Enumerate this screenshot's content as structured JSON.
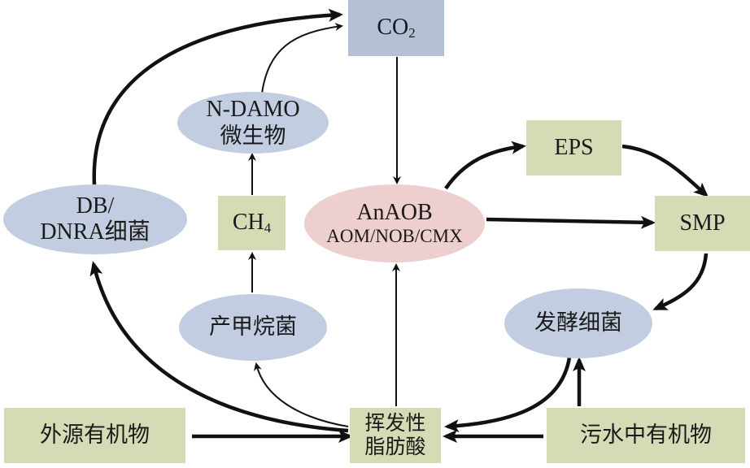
{
  "diagram": {
    "title": "",
    "colors": {
      "box_blue": "#b4c0d6",
      "box_green": "#d4dcb6",
      "ellipse_blue": "#c3cde1",
      "ellipse_pink": "#eecfcf",
      "arrow": "#111111"
    },
    "nodes": {
      "co2": {
        "main": "CO",
        "sub": "2"
      },
      "ndamo": {
        "line1": "N-DAMO",
        "line2": "微生物"
      },
      "db_dnra": {
        "line1": "DB/",
        "line2": "DNRA细菌"
      },
      "ch4": {
        "main": "CH",
        "sub": "4"
      },
      "anaob": {
        "line1": "AnAOB",
        "line2": "AOM/NOB/CMX"
      },
      "eps": {
        "label": "EPS"
      },
      "smp": {
        "label": "SMP"
      },
      "methanogen": {
        "label": "产甲烷菌"
      },
      "fermenter": {
        "label": "发酵细菌"
      },
      "external_organics": {
        "label": "外源有机物"
      },
      "vfa": {
        "line1": "挥发性",
        "line2": "脂肪酸"
      },
      "wastewater_organics": {
        "label": "污水中有机物"
      }
    },
    "edges": [
      {
        "from": "db_dnra",
        "to": "co2"
      },
      {
        "from": "ndamo",
        "to": "co2"
      },
      {
        "from": "ch4",
        "to": "ndamo"
      },
      {
        "from": "methanogen",
        "to": "ch4"
      },
      {
        "from": "co2",
        "to": "anaob"
      },
      {
        "from": "anaob",
        "to": "eps"
      },
      {
        "from": "anaob",
        "to": "smp"
      },
      {
        "from": "eps",
        "to": "smp"
      },
      {
        "from": "smp",
        "to": "fermenter"
      },
      {
        "from": "vfa",
        "to": "anaob"
      },
      {
        "from": "vfa",
        "to": "methanogen"
      },
      {
        "from": "vfa",
        "to": "db_dnra"
      },
      {
        "from": "fermenter",
        "to": "vfa"
      },
      {
        "from": "external_organics",
        "to": "vfa"
      },
      {
        "from": "wastewater_organics",
        "to": "vfa"
      },
      {
        "from": "wastewater_organics",
        "to": "fermenter"
      }
    ]
  }
}
